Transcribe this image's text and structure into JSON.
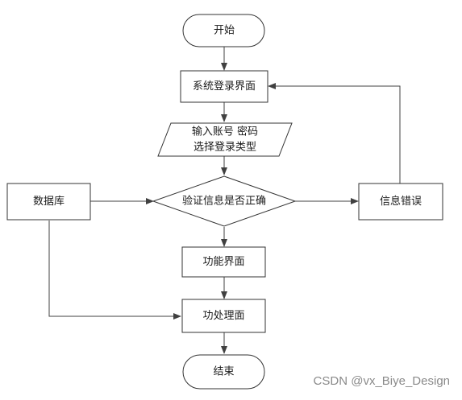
{
  "nodes": {
    "start": "开始",
    "login_screen": "系统登录界面",
    "input_line1": "输入账号 密码",
    "input_line2": "选择登录类型",
    "validate": "验证信息是否正确",
    "database": "数据库",
    "error": "信息错误",
    "function_screen": "功能界面",
    "process_screen": "功处理面",
    "end": "结束"
  },
  "watermark": "CSDN @vx_Biye_Design",
  "colors": {
    "stroke": "#333333",
    "watermark": "#8a8a8a"
  }
}
